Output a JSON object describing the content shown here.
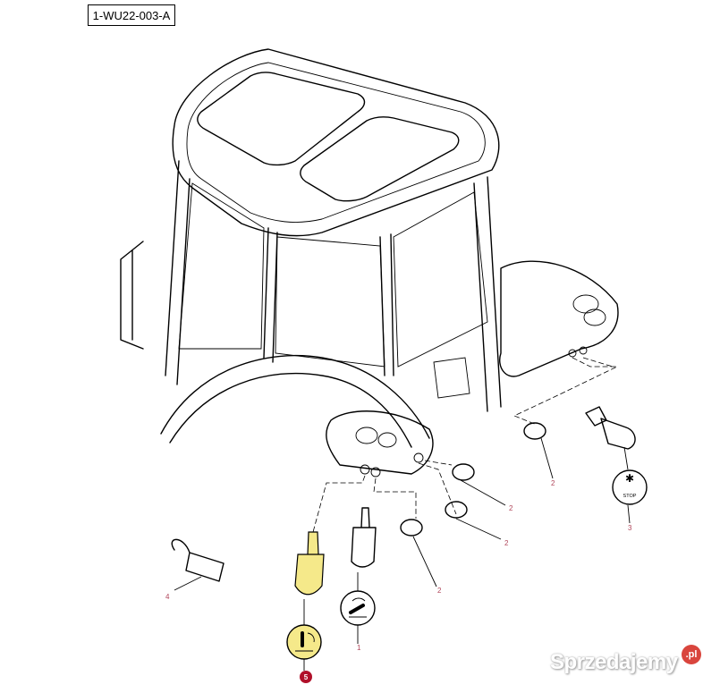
{
  "diagram": {
    "reference_code": "1-WU22-003-A",
    "switch_stop_label": "STOP",
    "callouts": [
      {
        "id": "c2a",
        "label": "2"
      },
      {
        "id": "c3",
        "label": "3"
      },
      {
        "id": "c2b",
        "label": "2"
      },
      {
        "id": "c2c",
        "label": "2"
      },
      {
        "id": "c2d",
        "label": "2"
      },
      {
        "id": "c4",
        "label": "4"
      },
      {
        "id": "c1",
        "label": "1"
      },
      {
        "id": "c5",
        "label": "5"
      }
    ],
    "highlight_color": "#f5e98a",
    "highlight_callout_color": "#b0102a"
  },
  "watermark": {
    "text": "Sprzedajemy",
    "suffix": ".pl"
  }
}
